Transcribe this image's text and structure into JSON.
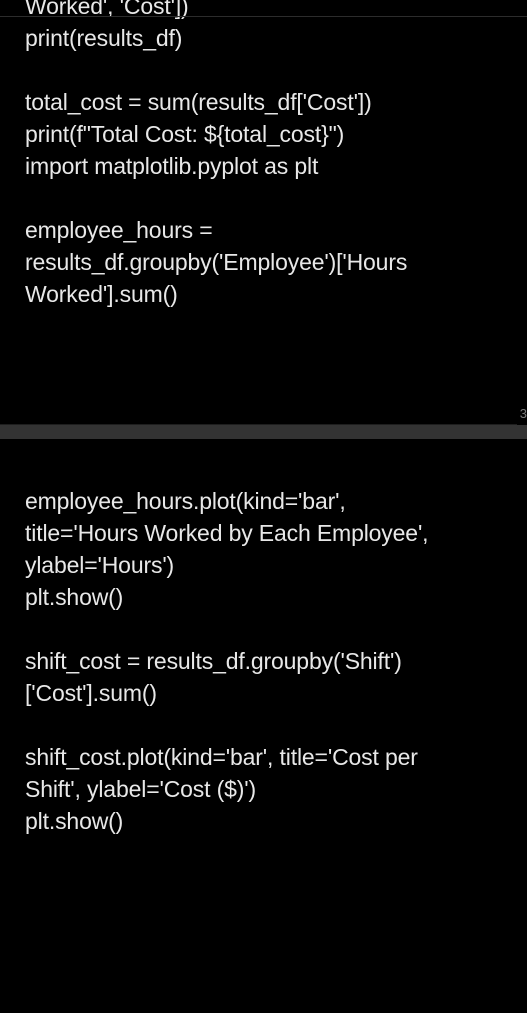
{
  "page_a": {
    "lines": [
      "Worked', 'Cost'])",
      "print(results_df)",
      "",
      "total_cost = sum(results_df['Cost'])",
      "print(f\"Total Cost: ${total_cost}\")",
      "import matplotlib.pyplot as plt",
      "",
      "employee_hours =",
      "results_df.groupby('Employee')['Hours",
      "Worked'].sum()"
    ],
    "page_number": "3"
  },
  "page_b": {
    "lines": [
      "employee_hours.plot(kind='bar',",
      "title='Hours Worked by Each Employee',",
      "ylabel='Hours')",
      "plt.show()",
      "",
      "shift_cost = results_df.groupby('Shift')",
      "['Cost'].sum()",
      "",
      "shift_cost.plot(kind='bar', title='Cost per",
      "Shift', ylabel='Cost ($)')",
      "plt.show()"
    ]
  }
}
